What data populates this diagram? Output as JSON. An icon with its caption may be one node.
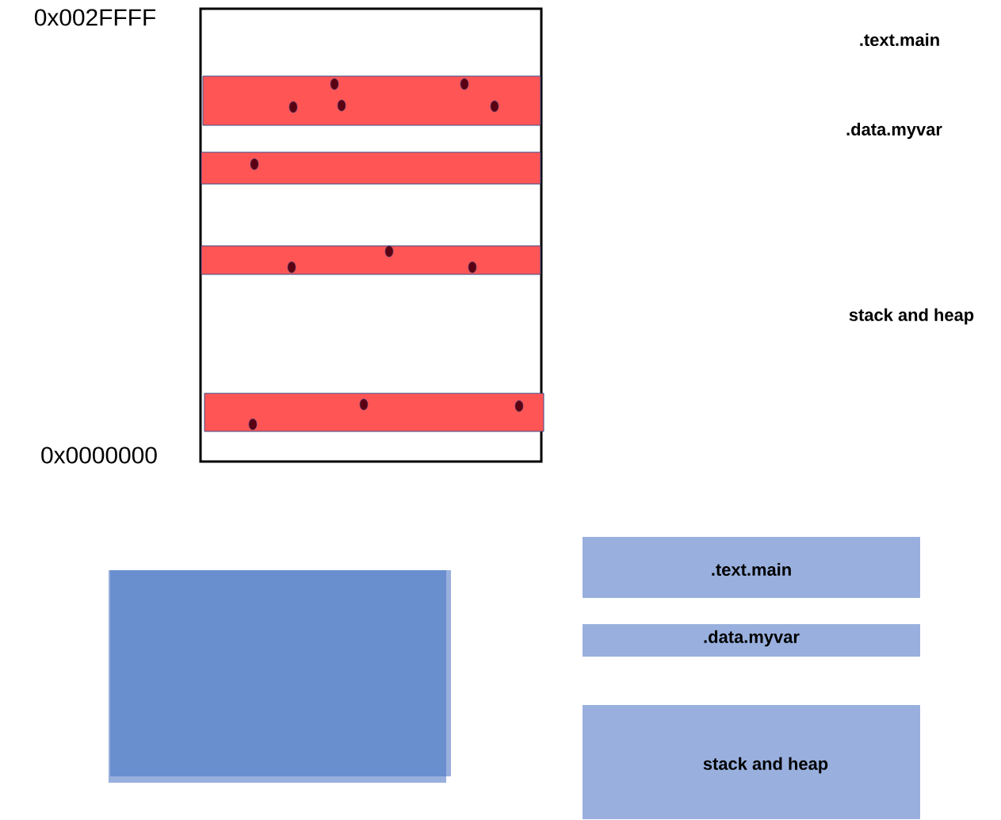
{
  "diagram": {
    "nodes": [
      {
        "text": [],
        "shape": "box"
      },
      {
        "text": [],
        "shape": "bar",
        "in": 0
      },
      {
        "text": [],
        "shape": "bar",
        "in": 0
      },
      {
        "text": [],
        "shape": "bar",
        "in": 0
      },
      {
        "text": [],
        "shape": "bar",
        "in": 0
      },
      {
        "text": [],
        "shape": "box"
      },
      {
        "text": [
          ".text.main"
        ]
      },
      {
        "text": [
          ".data.myvar"
        ]
      },
      {
        "text": [
          "stack and heap"
        ]
      }
    ],
    "labels": [
      "0x002FFFF",
      ".text.main",
      ".data.myvar",
      "stack and heap",
      "0x0000000"
    ]
  }
}
